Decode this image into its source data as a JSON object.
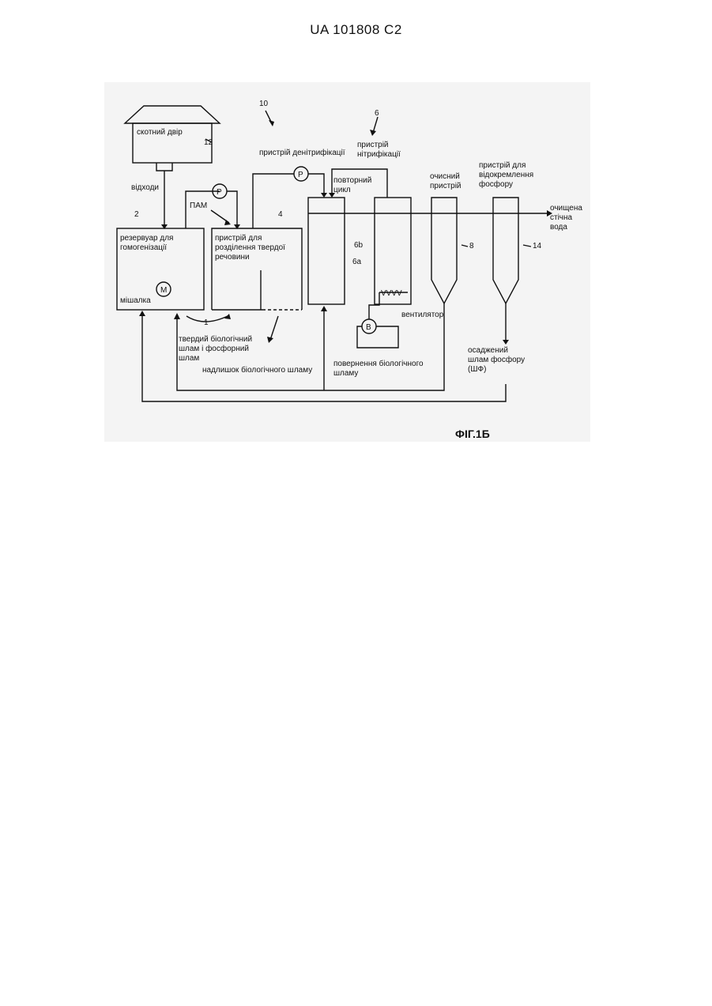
{
  "header": {
    "patent_number": "UA   101808   C2"
  },
  "figure": {
    "caption": "ФІГ.1Б",
    "labels": {
      "skotnyi_dvir": "скотний двір",
      "vidkhody": "відходи",
      "rezervuar_1": "резервуар для",
      "rezervuar_2": "гомогенізації",
      "mishalka": "мішалка",
      "m_symbol": "M",
      "pam": "ПАМ",
      "p_symbol": "P",
      "b_symbol": "B",
      "separator_1": "пристрій для",
      "separator_2": "розділення твердої",
      "separator_3": "речовини",
      "denitr": "пристрій денітрифікації",
      "nitr_1": "пристрій",
      "nitr_2": "нітрифікації",
      "povtornyi_1": "повторний",
      "povtornyi_2": "цикл",
      "ochysnyi_1": "очисний",
      "ochysnyi_2": "пристрій",
      "phos_1": "пристрій для",
      "phos_2": "відокремлення",
      "phos_3": "фосфору",
      "clean_1": "очищена",
      "clean_2": "стічна",
      "clean_3": "вода",
      "ventyliator": "вентилятор",
      "tverdyi_1": "твердий біологічний",
      "tverdyi_2": "шлам і фосфорний",
      "tverdyi_3": "шлам",
      "nadlyshok": "надлишок біологічного шламу",
      "povernennia_1": "повернення біологічного",
      "povernennia_2": "шламу",
      "osadzh_1": "осаджений",
      "osadzh_2": "шлам фосфору",
      "osadzh_3": "(ШФ)",
      "diffuser": "VVVV"
    },
    "numbers": {
      "n10": "10",
      "n12": "12",
      "n2": "2",
      "n4": "4",
      "n6": "6",
      "n6b": "6b",
      "n6a": "6a",
      "n8": "8",
      "n14": "14",
      "n1": "1"
    }
  }
}
